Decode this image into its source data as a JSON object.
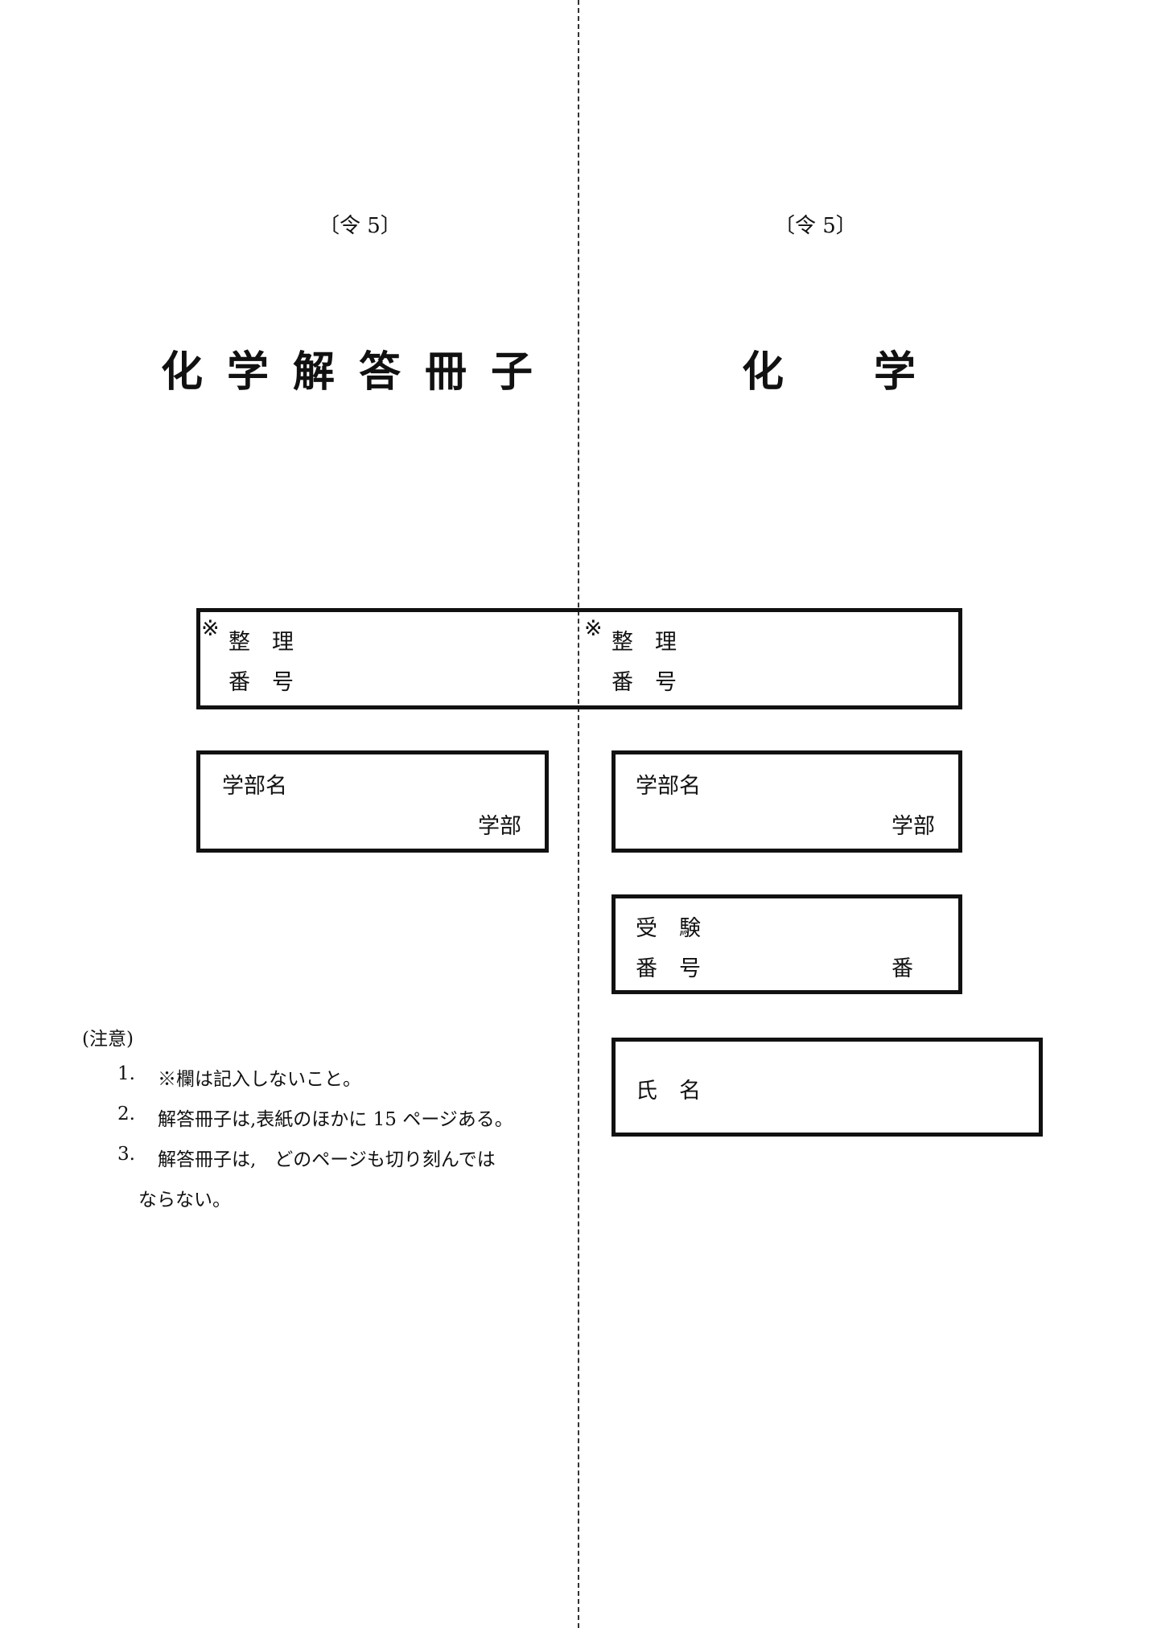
{
  "left": {
    "era": "〔令 5〕",
    "title": "化学解答冊子",
    "seiri": {
      "mark": "※",
      "line1": "整　理",
      "line2": "番　号"
    },
    "faculty": {
      "label": "学部名",
      "suffix": "学部"
    },
    "notes": {
      "heading": "(注意)",
      "items": [
        {
          "num": "1.",
          "text": "※欄は記入しないこと。"
        },
        {
          "num": "2.",
          "text": "解答冊子は,表紙のほかに 15 ページある。"
        },
        {
          "num": "3.",
          "text": "解答冊子は,　どのページも切り刻んでは",
          "text_cont": "ならない。"
        }
      ]
    }
  },
  "right": {
    "era": "〔令 5〕",
    "title": "化　学",
    "seiri": {
      "mark": "※",
      "line1": "整　理",
      "line2": "番　号"
    },
    "faculty": {
      "label": "学部名",
      "suffix": "学部"
    },
    "exam_number": {
      "line1": "受　験",
      "line2": "番　号",
      "suffix": "番"
    },
    "name": {
      "label": "氏　名"
    }
  }
}
